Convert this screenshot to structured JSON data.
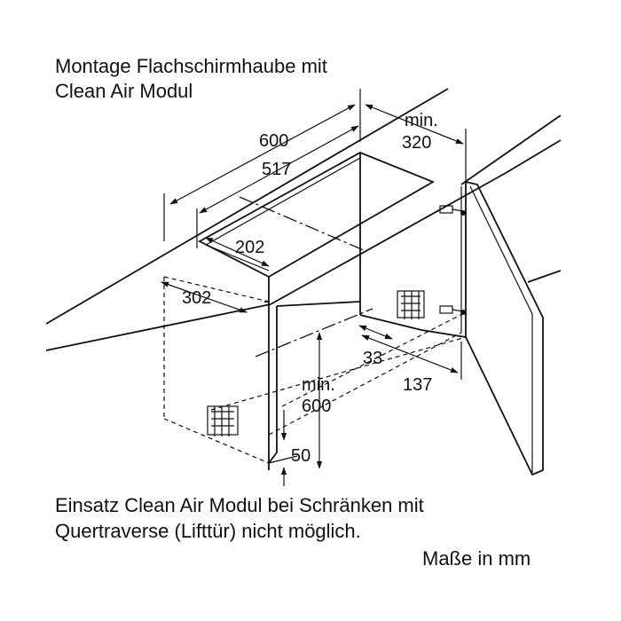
{
  "title_line1": "Montage Flachschirmhaube mit",
  "title_line2": "Clean Air Modul",
  "dimensions": {
    "d600": "600",
    "d517": "517",
    "d202": "202",
    "d302": "302",
    "min320_a": "min.",
    "min320_b": "320",
    "d33": "33",
    "d137": "137",
    "min600_a": "min.",
    "min600_b": "600",
    "d50": "50"
  },
  "note_line1": "Einsatz Clean Air Modul bei Schränken mit",
  "note_line2": "Quertraverse (Lifttür) nicht möglich.",
  "units": "Maße in mm"
}
